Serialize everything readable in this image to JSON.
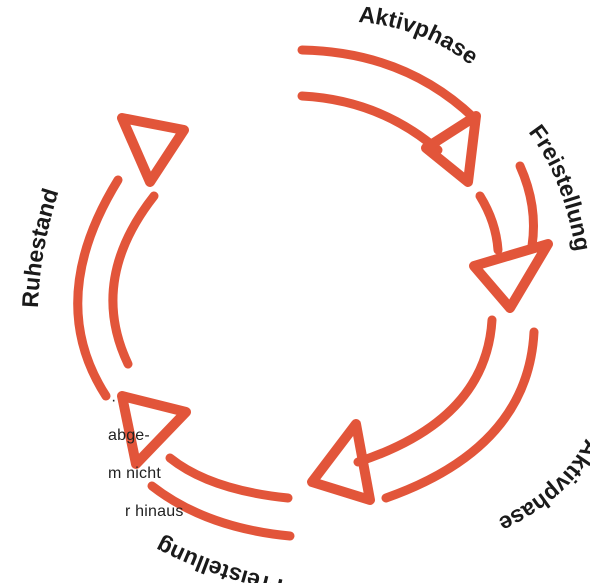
{
  "cycle": {
    "phases": [
      {
        "label": "Aktivphase"
      },
      {
        "label": "Freistellung"
      },
      {
        "label": "Aktivphase"
      },
      {
        "label": "Freistellung"
      },
      {
        "label": "Ruhestand"
      }
    ],
    "stroke_color": "#e2553a"
  },
  "side_text": {
    "dot": "·",
    "lines": [
      "abge-",
      "m nicht",
      "r hinaus"
    ]
  }
}
